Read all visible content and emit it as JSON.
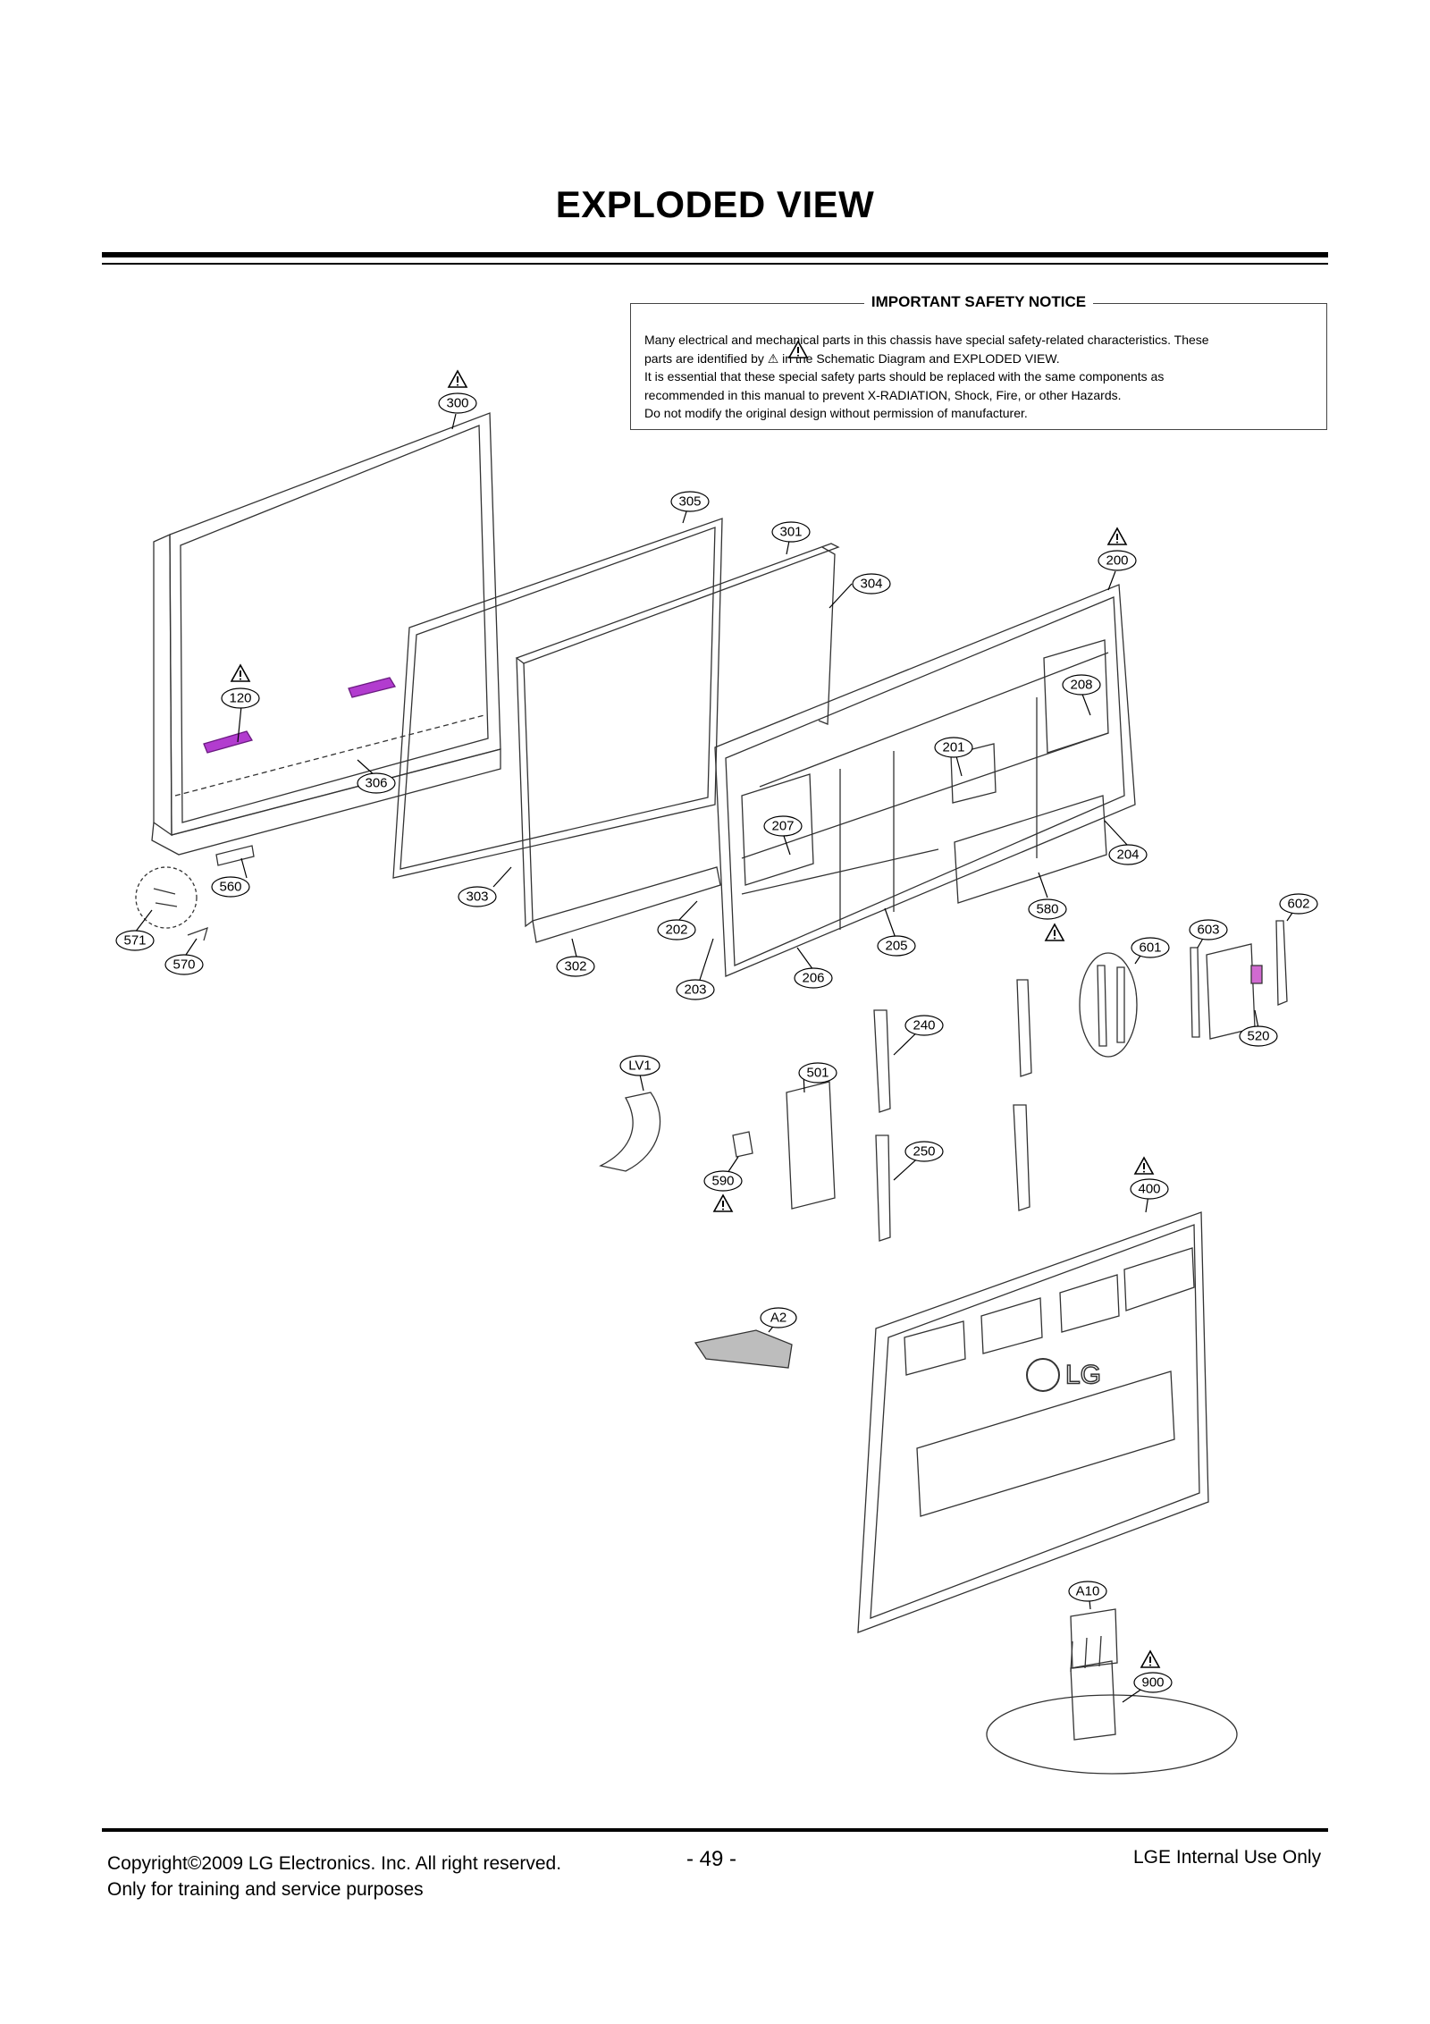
{
  "page": {
    "title": "EXPLODED VIEW"
  },
  "notice": {
    "title": "IMPORTANT SAFETY NOTICE",
    "lines": [
      "Many electrical and mechanical parts in this chassis have special safety-related characteristics. These",
      "parts are identified by ⚠ in the Schematic Diagram and EXPLODED VIEW.",
      "It is essential that these special safety parts should be replaced with the same components as",
      "recommended in this manual to prevent X-RADIATION, Shock, Fire, or other Hazards.",
      "Do not modify the original design without permission of manufacturer."
    ]
  },
  "diagram": {
    "brand_logo": "LG",
    "parts": {
      "p300": "300",
      "p305": "305",
      "p301": "301",
      "p304": "304",
      "p200": "200",
      "p208": "208",
      "p120": "120",
      "p306": "306",
      "p201": "201",
      "p207": "207",
      "p204": "204",
      "p560": "560",
      "p571": "571",
      "p570": "570",
      "p303": "303",
      "p202": "202",
      "p302": "302",
      "p203": "203",
      "p206": "206",
      "p205": "205",
      "p580": "580",
      "p601": "601",
      "p603": "603",
      "p602": "602",
      "p520": "520",
      "p240": "240",
      "pLV1": "LV1",
      "p501": "501",
      "p250": "250",
      "p590": "590",
      "p400": "400",
      "pA2": "A2",
      "pA10": "A10",
      "p900": "900"
    }
  },
  "footer": {
    "copyright": "Copyright©2009 LG Electronics. Inc. All right reserved.",
    "purpose": "Only for training and service purposes",
    "page_number": "- 49 -",
    "internal": "LGE Internal Use Only"
  }
}
